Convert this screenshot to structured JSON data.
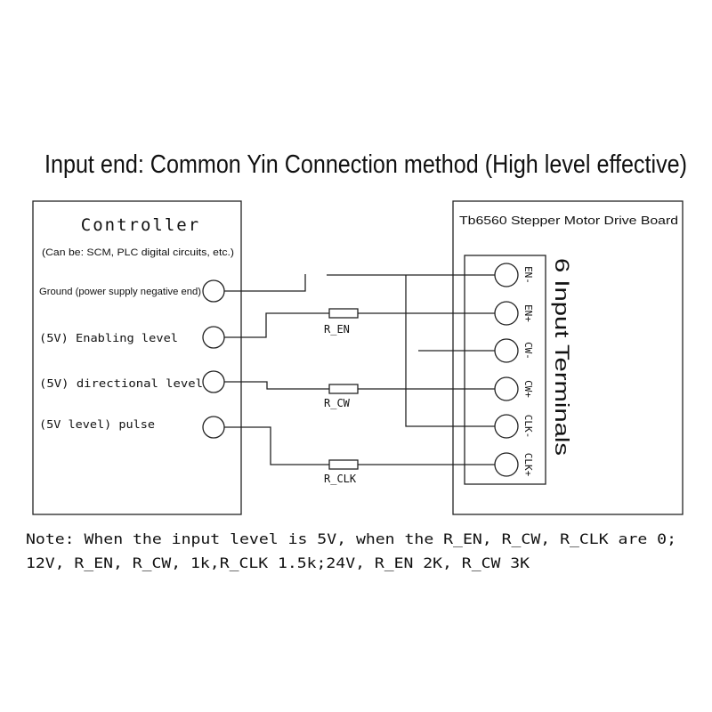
{
  "title": "Input end: Common Yin Connection method (High level effective)",
  "controller": {
    "heading": "Controller",
    "subheading": "(Can be: SCM, PLC digital circuits, etc.)",
    "ports": [
      "Ground (power supply negative end)",
      "(5V) Enabling level",
      "(5V) directional level",
      "(5V level) pulse"
    ]
  },
  "board": {
    "heading": "Tb6560 Stepper Motor Drive Board",
    "terminals_title": "6 Input Terminals",
    "terminals": [
      "EN-",
      "EN+",
      "CW-",
      "CW+",
      "CLK-",
      "CLK+"
    ]
  },
  "resistors": [
    "R_EN",
    "R_CW",
    "R_CLK"
  ],
  "note": {
    "line1": "Note: When the input level is 5V, when the R_EN, R_CW, R_CLK are 0;",
    "line2": "12V, R_EN, R_CW, 1k,R_CLK 1.5k;24V, R_EN 2K, R_CW 3K"
  }
}
